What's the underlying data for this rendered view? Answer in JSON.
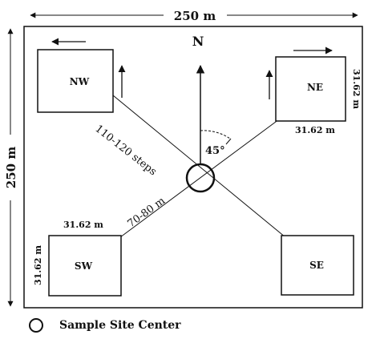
{
  "diagram": {
    "top_width_label": "250 m",
    "left_height_label": "250 m",
    "north_label": "N",
    "angle_label": "45°",
    "diag_steps_label": "110-120 steps",
    "diag_meters_label": "70-80 m",
    "plots": {
      "nw": {
        "label": "NW"
      },
      "ne": {
        "label": "NE",
        "width_label": "31.62 m",
        "height_label": "31.62 m"
      },
      "sw": {
        "label": "SW",
        "width_label": "31.62 m",
        "height_label": "31.62 m"
      },
      "se": {
        "label": "SE"
      }
    },
    "legend": {
      "label": "Sample Site Center"
    }
  }
}
